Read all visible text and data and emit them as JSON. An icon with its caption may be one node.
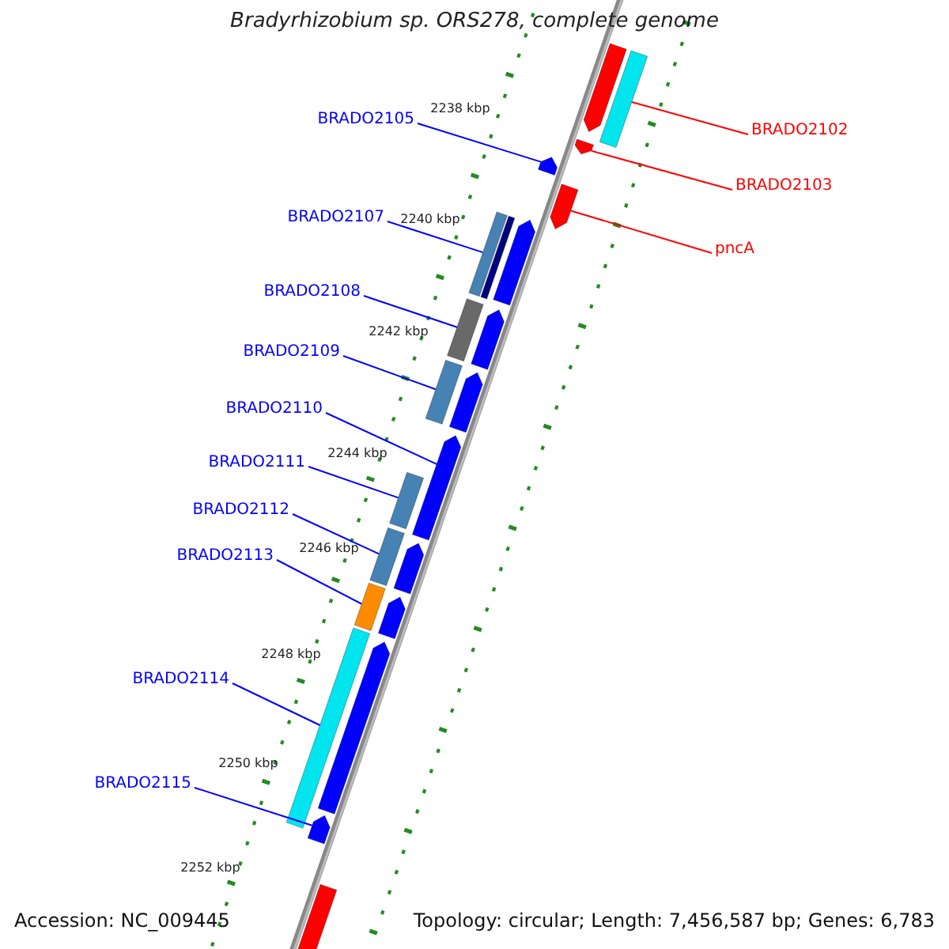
{
  "diagram": {
    "title": "Bradyrhizobium sp. ORS278, complete genome",
    "nodes": [
      {
        "text": [
          "BRADO2105"
        ]
      },
      {
        "text": [
          "BRADO2107"
        ]
      },
      {
        "text": [
          "BRADO2108"
        ]
      },
      {
        "text": [
          "BRADO2109"
        ]
      },
      {
        "text": [
          "BRADO2110"
        ]
      },
      {
        "text": [
          "BRADO2111"
        ]
      },
      {
        "text": [
          "BRADO2112"
        ]
      },
      {
        "text": [
          "BRADO2113"
        ]
      },
      {
        "text": [
          "BRADO2114"
        ]
      },
      {
        "text": [
          "BRADO2115"
        ]
      },
      {
        "text": [
          "BRADO2102"
        ]
      },
      {
        "text": [
          "BRADO2103"
        ]
      },
      {
        "text": [
          "pncA"
        ]
      },
      {
        "text": [],
        "shape": "pentagon"
      },
      {
        "text": [],
        "shape": "bar"
      },
      {
        "text": [],
        "shape": "bar"
      },
      {
        "text": [],
        "shape": "bar"
      },
      {
        "text": [],
        "shape": "pentagon"
      },
      {
        "text": [],
        "shape": "bar"
      },
      {
        "text": [],
        "shape": "bar"
      },
      {
        "text": [],
        "shape": "bar"
      },
      {
        "text": [],
        "shape": "bar"
      },
      {
        "text": [],
        "shape": "pentagon"
      },
      {
        "text": [],
        "shape": "bar"
      },
      {
        "text": [],
        "shape": "pentagon"
      },
      {
        "text": [],
        "shape": "pentagon"
      },
      {
        "text": [],
        "shape": "pentagon"
      },
      {
        "text": [],
        "shape": "bar"
      },
      {
        "text": [],
        "shape": "pentagon"
      },
      {
        "text": [],
        "shape": "pentagon"
      },
      {
        "text": [],
        "shape": "pentagon"
      },
      {
        "text": [],
        "shape": "pentagon"
      },
      {
        "text": [],
        "shape": "pentagon"
      },
      {
        "text": [],
        "shape": "pentagon"
      },
      {
        "text": [],
        "shape": "pentagon"
      },
      {
        "text": [],
        "shape": "bar"
      }
    ],
    "edges": [
      {
        "from": 0,
        "to": 13,
        "arrow": "none"
      },
      {
        "from": 1,
        "to": 14,
        "arrow": "none"
      },
      {
        "from": 2,
        "to": 15,
        "arrow": "none"
      },
      {
        "from": 3,
        "to": 16,
        "arrow": "none"
      },
      {
        "from": 4,
        "to": 17,
        "arrow": "none"
      },
      {
        "from": 5,
        "to": 18,
        "arrow": "none"
      },
      {
        "from": 6,
        "to": 19,
        "arrow": "none"
      },
      {
        "from": 7,
        "to": 20,
        "arrow": "none"
      },
      {
        "from": 8,
        "to": 21,
        "arrow": "none"
      },
      {
        "from": 9,
        "to": 22,
        "arrow": "none"
      },
      {
        "from": 10,
        "to": 23,
        "arrow": "none",
        "color": "#ff0000"
      },
      {
        "from": 11,
        "to": 24,
        "arrow": "none",
        "color": "#ff0000"
      },
      {
        "from": 12,
        "to": 25,
        "arrow": "none",
        "color": "#ff0000"
      }
    ],
    "labels": [
      "2238 kbp",
      "2240 kbp",
      "2242 kbp",
      "2244 kbp",
      "2246 kbp",
      "2248 kbp",
      "2250 kbp",
      "2252 kbp",
      "Accession: NC_009445",
      "Topology: circular; Length: 7,456,587 bp; Genes: 6,783"
    ]
  }
}
